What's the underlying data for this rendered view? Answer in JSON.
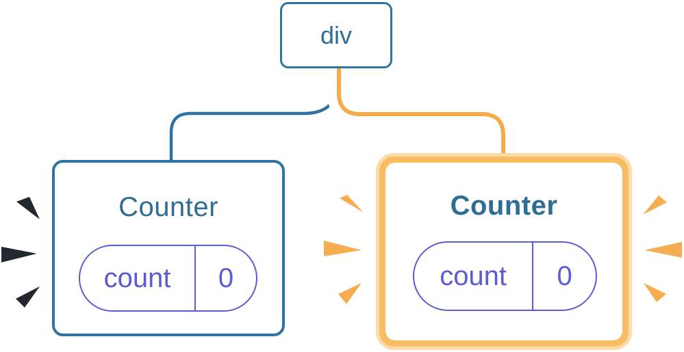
{
  "diagram": {
    "root_node": {
      "label": "div"
    },
    "left_counter": {
      "title": "Counter",
      "state_key": "count",
      "state_value": "0",
      "highlighted": false
    },
    "right_counter": {
      "title": "Counter",
      "state_key": "count",
      "state_value": "0",
      "highlighted": true
    },
    "colors": {
      "node_border_blue": "#2F74A0",
      "node_text_blue": "#2E6D96",
      "state_purple": "#5B5BD6",
      "connector_orange": "#F3AC49",
      "connector_casing_white": "#FFFFFF",
      "highlight_border_inner": "#F8BC62",
      "highlight_border_outer": "#FBDCA9",
      "spark_orange": "#F6AD52",
      "spark_dark": "#23272F",
      "card_background": "#FFFFFF"
    }
  }
}
